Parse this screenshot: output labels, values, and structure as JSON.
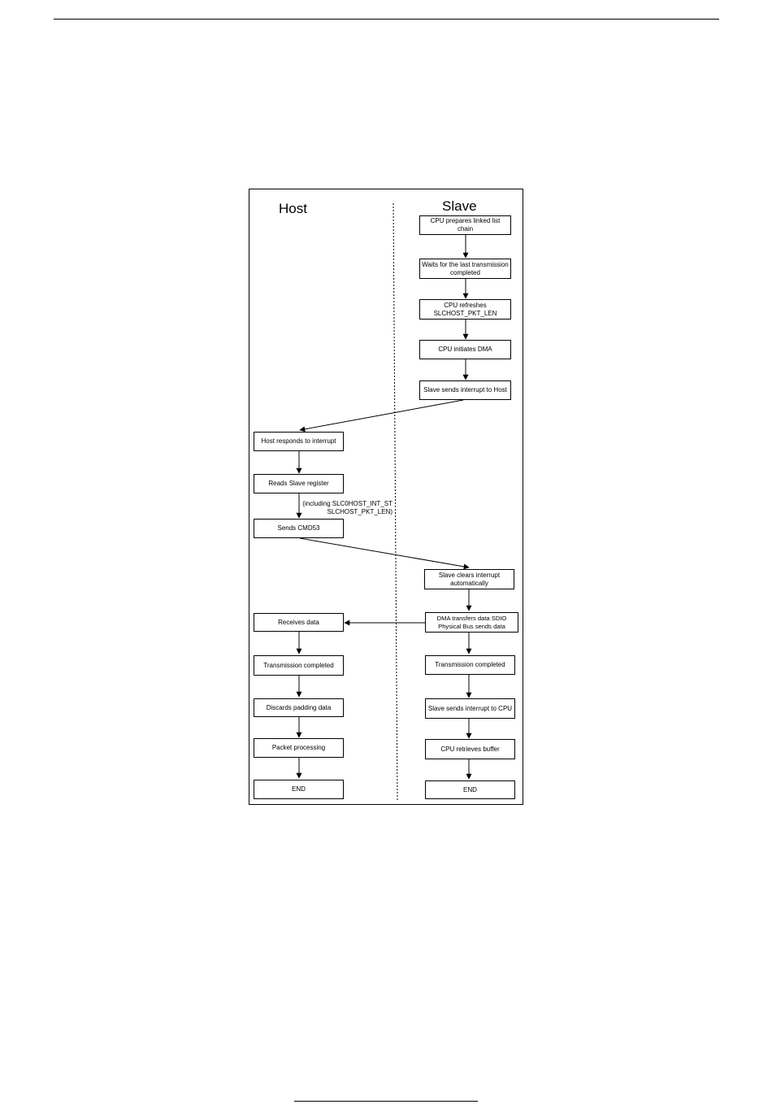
{
  "lanes": {
    "host": "Host",
    "slave": "Slave"
  },
  "slave_steps": [
    "CPU prepares linked list chain",
    "Waits for the last transmission completed",
    "CPU refreshes SLCHOST_PKT_LEN",
    "CPU initiates DMA",
    "Slave sends interrupt to Host"
  ],
  "host_steps": [
    "Host responds to interrupt",
    "Reads Slave register",
    "Sends CMD53"
  ],
  "register_note": {
    "line1": "(including SLC0HOST_INT_ST",
    "line2": "SLCHOST_PKT_LEN)"
  },
  "slave_receive": [
    "Slave clears interrupt automatically",
    "DMA transfers data SDIO Physical Bus sends data"
  ],
  "host_tail": [
    "Receives data",
    "Transmission completed",
    "Discards padding data",
    "Packet processing",
    "END"
  ],
  "slave_tail": [
    "Transmission completed",
    "Slave sends interrupt to CPU",
    "CPU retrieves buffer",
    "END"
  ]
}
